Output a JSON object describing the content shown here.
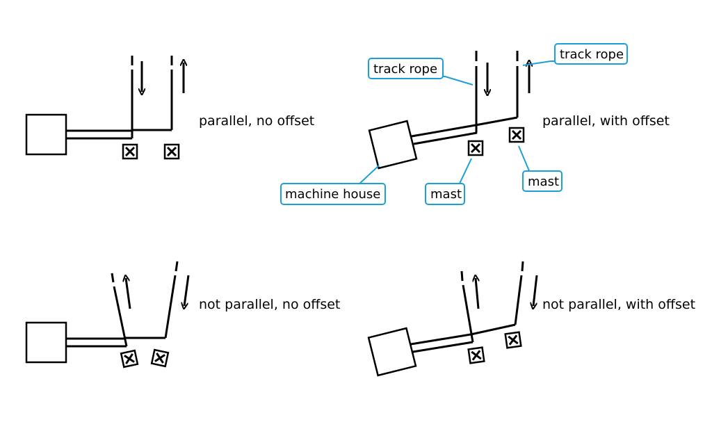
{
  "captions": {
    "tl": "parallel, no offset",
    "tr": "parallel, with offset",
    "bl": "not parallel, no offset",
    "br": "not parallel, with offset"
  },
  "callouts": {
    "track_rope_left": "track rope",
    "track_rope_right": "track rope",
    "machine_house": "machine house",
    "mast_left": "mast",
    "mast_right": "mast"
  },
  "colors": {
    "lines": "#000000",
    "callout_border": "#1a9fd6"
  }
}
